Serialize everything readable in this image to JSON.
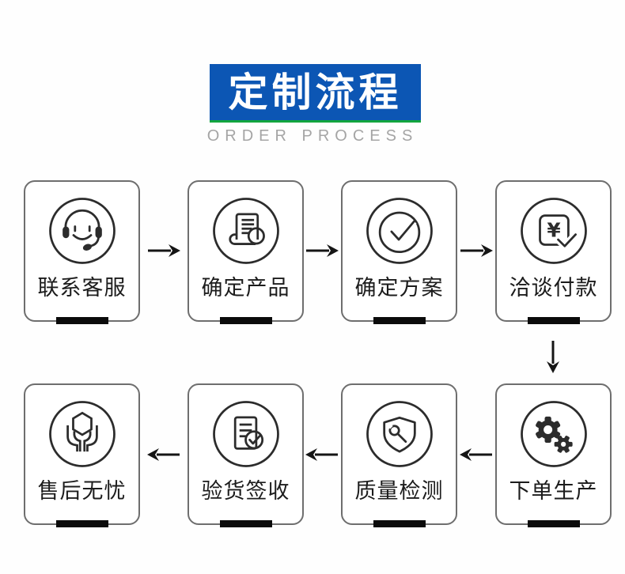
{
  "title": {
    "text": "定制流程",
    "subtitle": "ORDER PROCESS"
  },
  "colors": {
    "banner_blue": "#0c56b4",
    "banner_green": "#12a53e",
    "subtitle_gray": "#a5a5a5",
    "ink": "#1c1c1c",
    "bar_black": "#0b0b0b"
  },
  "steps": [
    {
      "label": "联系客服",
      "icon": "headset-smile-icon"
    },
    {
      "label": "确定产品",
      "icon": "document-magnifier-icon"
    },
    {
      "label": "确定方案",
      "icon": "check-circle-icon"
    },
    {
      "label": "洽谈付款",
      "icon": "payment-yuan-check-icon"
    },
    {
      "label": "下单生产",
      "icon": "gears-icon"
    },
    {
      "label": "质量检测",
      "icon": "shield-wrench-icon"
    },
    {
      "label": "验货签收",
      "icon": "document-check-icon"
    },
    {
      "label": "售后无忧",
      "icon": "hands-hexagon-icon"
    }
  ],
  "flow": {
    "arrows": [
      "right",
      "right",
      "right",
      "down",
      "left",
      "left",
      "left"
    ]
  }
}
